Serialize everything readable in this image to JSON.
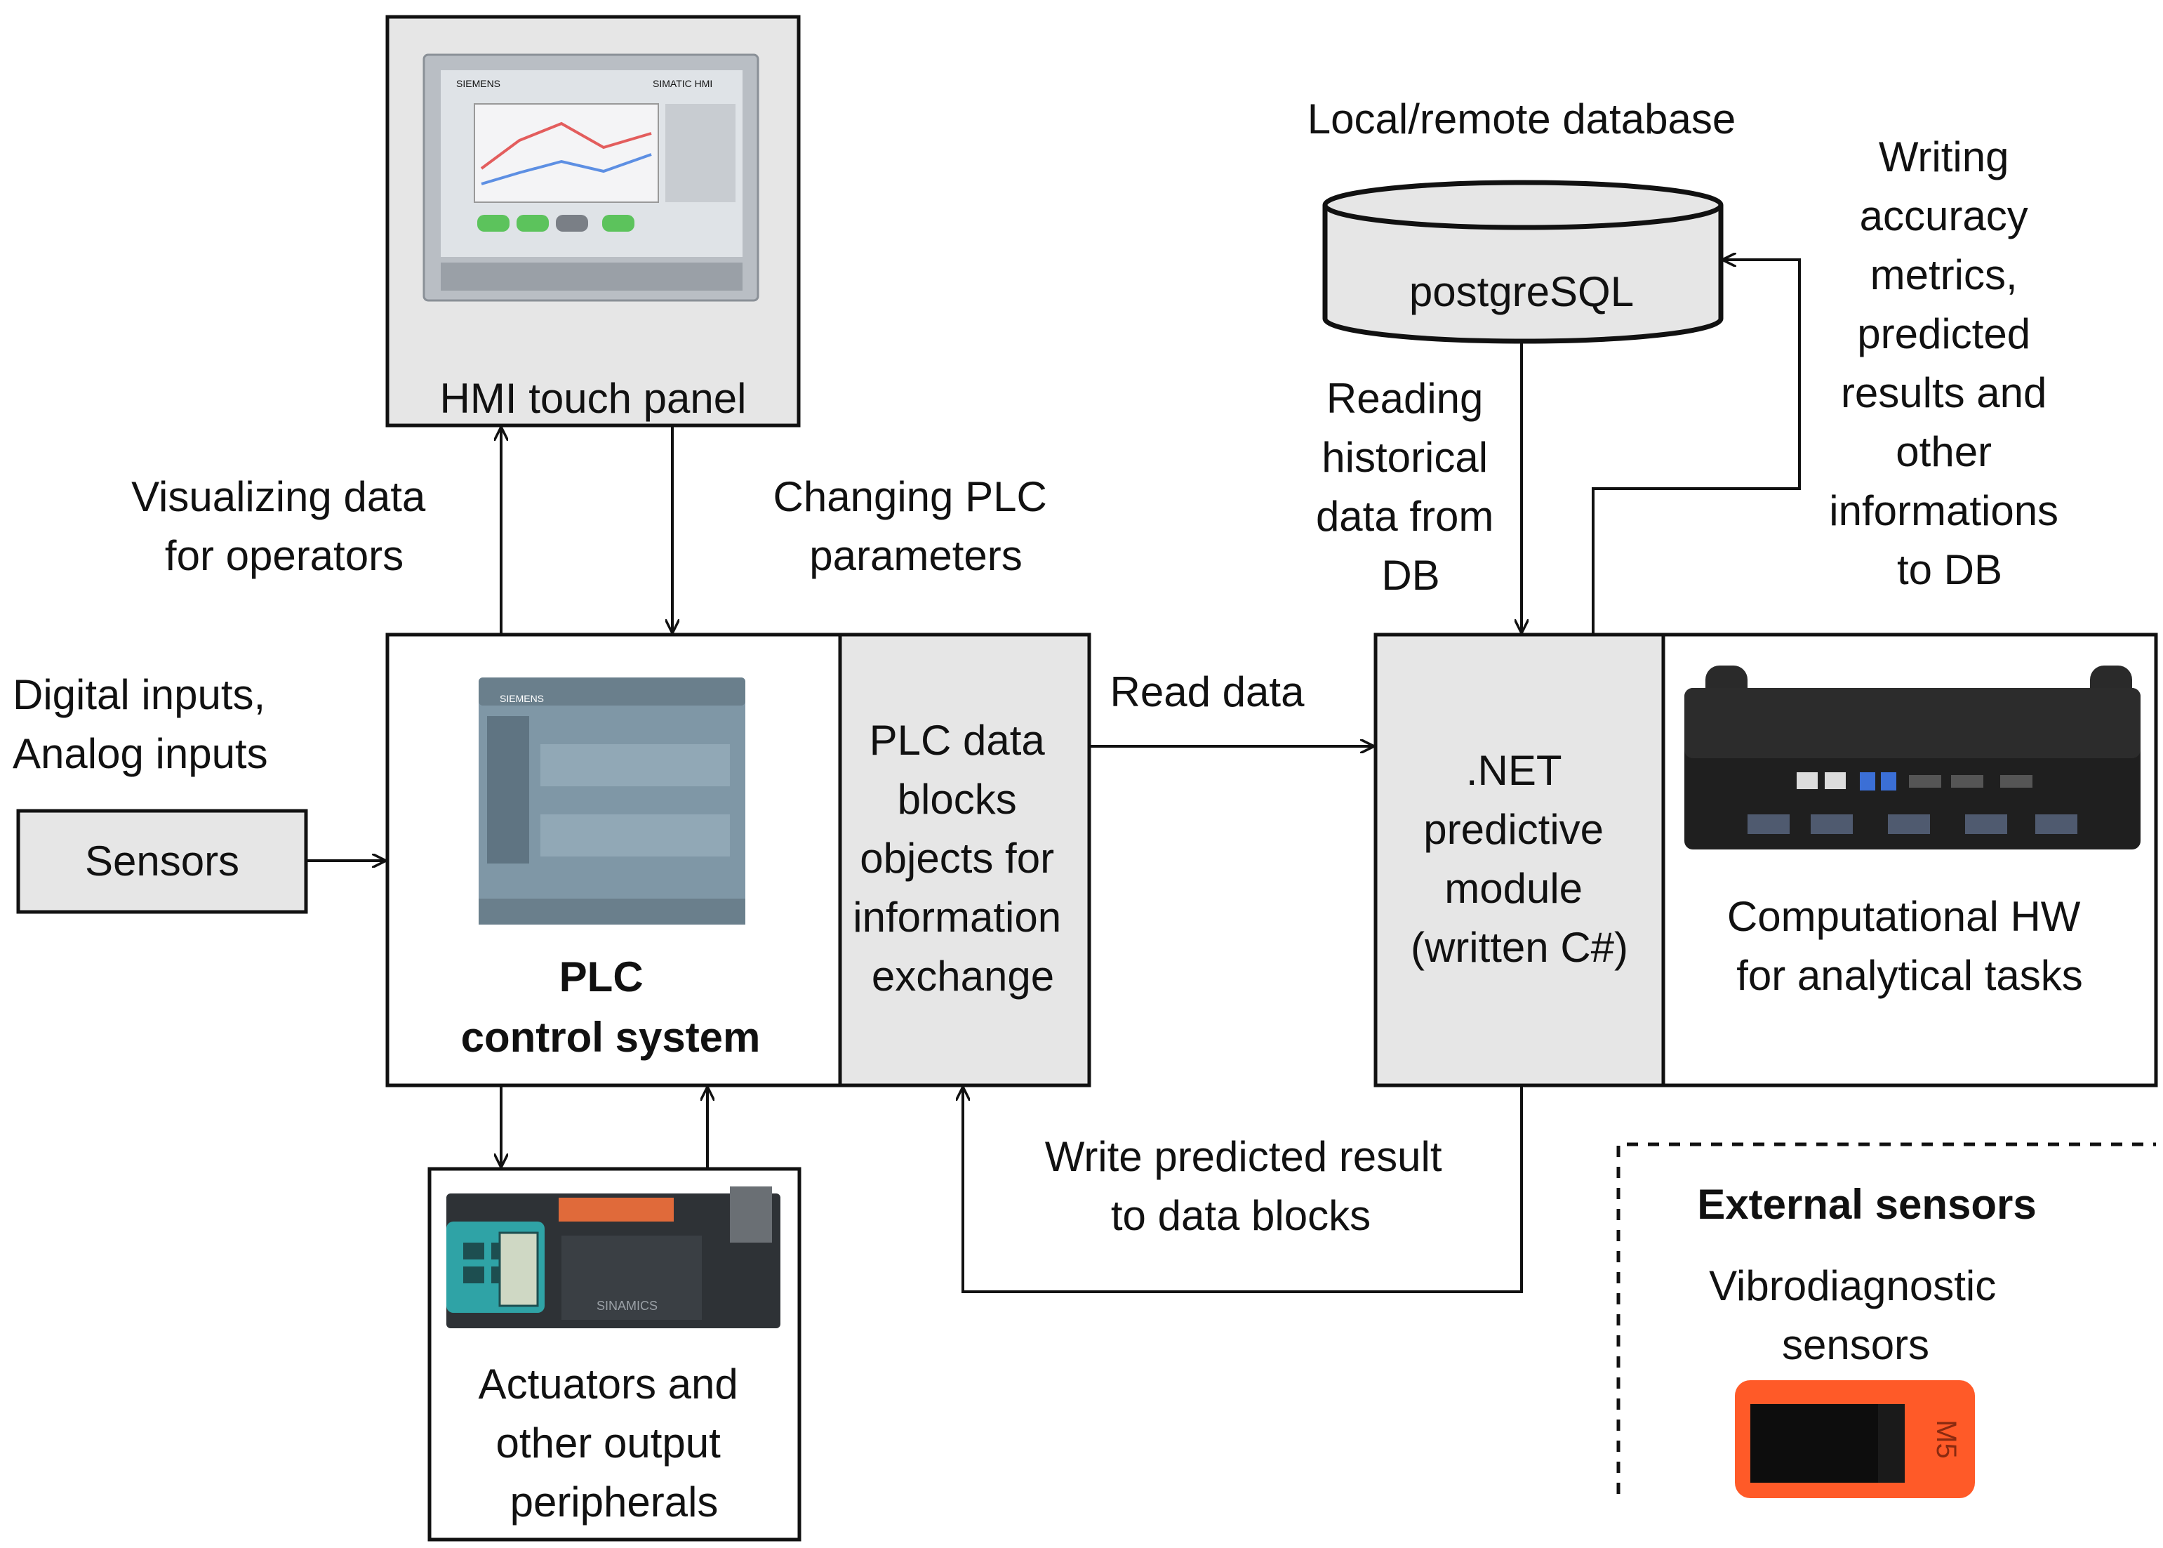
{
  "colors": {
    "box_fill": "#e6e6e6",
    "white": "#ffffff",
    "line": "#111111",
    "hmi_frame": "#b9bec4",
    "hmi_screen": "#f4f4f6",
    "plc_body": "#7f97a6",
    "drive_teal": "#2fa3a6",
    "sensor_orange": "#ff5a28",
    "sensor_screen": "#0d0d0d",
    "nuc_black": "#1f1f1f",
    "port_blue": "#3b6fd6"
  },
  "labels": {
    "hmi": "HMI touch panel",
    "visualizing": [
      "Visualizing data",
      "for operators"
    ],
    "changing": [
      "Changing PLC",
      "parameters"
    ],
    "inputs": [
      "Digital inputs,",
      "Analog inputs"
    ],
    "sensors": "Sensors",
    "plc": [
      "PLC",
      "control system"
    ],
    "plc_data": [
      "PLC data",
      "blocks",
      "objects for",
      "information",
      "exchange"
    ],
    "read_data": "Read data",
    "actuators": [
      "Actuators and",
      "other output",
      "peripherals"
    ],
    "write_predicted": [
      "Write predicted result",
      "to data blocks"
    ],
    "database_title": "Local/remote database",
    "postgres": "postgreSQL",
    "reading": [
      "Reading",
      "historical",
      "data from",
      "DB"
    ],
    "writing": [
      "Writing",
      "accuracy",
      "metrics,",
      "predicted",
      "results and",
      "other",
      "informations",
      "to DB"
    ],
    "net_module": [
      ".NET",
      "predictive",
      "module",
      "(written C#)"
    ],
    "computational": [
      "Computational HW",
      "for analytical tasks"
    ],
    "external": "External sensors",
    "vibro": [
      "Vibrodiagnostic",
      "sensors"
    ],
    "siemens_hmi_brand": "SIEMENS",
    "simatic_hmi": "SIMATIC HMI",
    "siemens_plc_brand": "SIEMENS",
    "sinamics": "SINAMICS",
    "m5": "M5"
  }
}
